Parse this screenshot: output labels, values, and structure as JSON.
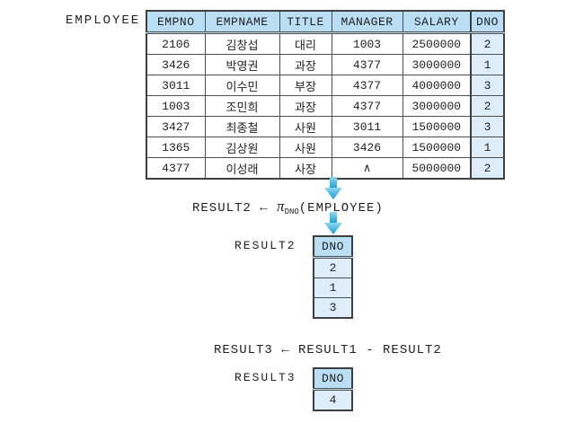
{
  "colors": {
    "header-bg": "#badef4",
    "cell-bg": "#ddeefa",
    "border-dark": "#3f3f3f",
    "arrow-top": "#8ed6f0",
    "arrow-bottom": "#0f9fd8",
    "text": "#1f1f1f"
  },
  "employee": {
    "label": "EMPLOYEE",
    "columns": [
      "EMPNO",
      "EMPNAME",
      "TITLE",
      "MANAGER",
      "SALARY",
      "DNO"
    ],
    "rows": [
      [
        "2106",
        "김창섭",
        "대리",
        "1003",
        "2500000",
        "2"
      ],
      [
        "3426",
        "박영권",
        "과장",
        "4377",
        "3000000",
        "1"
      ],
      [
        "3011",
        "이수민",
        "부장",
        "4377",
        "4000000",
        "3"
      ],
      [
        "1003",
        "조민희",
        "과장",
        "4377",
        "3000000",
        "2"
      ],
      [
        "3427",
        "최종철",
        "사원",
        "3011",
        "1500000",
        "3"
      ],
      [
        "1365",
        "김상원",
        "사원",
        "3426",
        "1500000",
        "1"
      ],
      [
        "4377",
        "이성래",
        "사장",
        "∧",
        "5000000",
        "2"
      ]
    ]
  },
  "projection_formula": {
    "target": "RESULT2",
    "assign": "←",
    "operator": "π",
    "subscript": "DNO",
    "operand": "(EMPLOYEE)"
  },
  "result2": {
    "label": "RESULT2",
    "column": "DNO",
    "rows": [
      "2",
      "1",
      "3"
    ]
  },
  "difference_formula": {
    "text": "RESULT3 ← RESULT1 - RESULT2"
  },
  "result3": {
    "label": "RESULT3",
    "column": "DNO",
    "rows": [
      "4"
    ]
  }
}
